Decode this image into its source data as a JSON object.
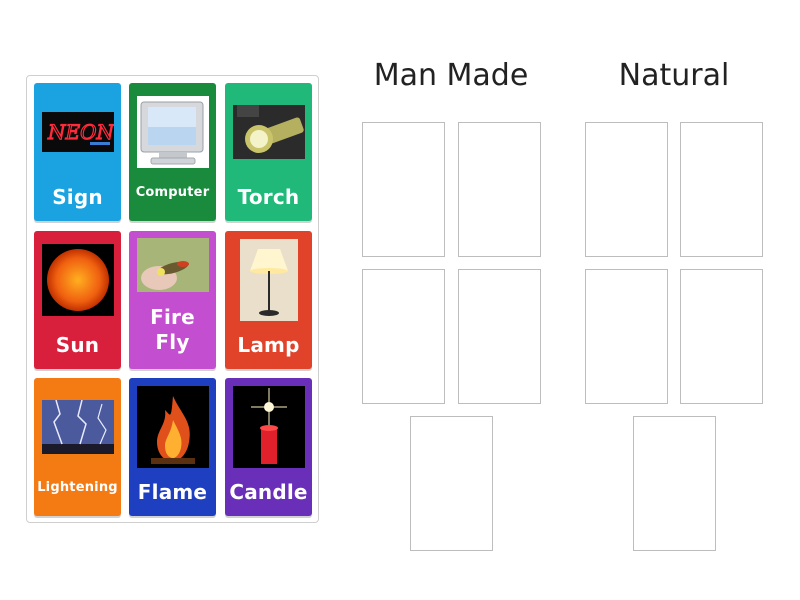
{
  "cards": [
    {
      "id": "sign",
      "label": "Sign",
      "color": "#1aa3e0",
      "icon": "neon-sign-icon",
      "neon_text": "NEON"
    },
    {
      "id": "computer",
      "label": "Computer",
      "color": "#1a8a3c",
      "icon": "computer-monitor-icon"
    },
    {
      "id": "torch",
      "label": "Torch",
      "color": "#20b97a",
      "icon": "torch-icon"
    },
    {
      "id": "sun",
      "label": "Sun",
      "color": "#d81f3c",
      "icon": "sun-icon"
    },
    {
      "id": "firefly",
      "label": "Fire\nFly",
      "color": "#c44ed0",
      "icon": "firefly-icon"
    },
    {
      "id": "lamp",
      "label": "Lamp",
      "color": "#e0422a",
      "icon": "lamp-icon"
    },
    {
      "id": "lightening",
      "label": "Lightening",
      "color": "#f47a14",
      "icon": "lightning-icon"
    },
    {
      "id": "flame",
      "label": "Flame",
      "color": "#1d3fc0",
      "icon": "flame-icon"
    },
    {
      "id": "candle",
      "label": "Candle",
      "color": "#6a2fb8",
      "icon": "candle-icon"
    }
  ],
  "categories": [
    {
      "id": "man-made",
      "heading": "Man Made"
    },
    {
      "id": "natural",
      "heading": "Natural"
    }
  ]
}
